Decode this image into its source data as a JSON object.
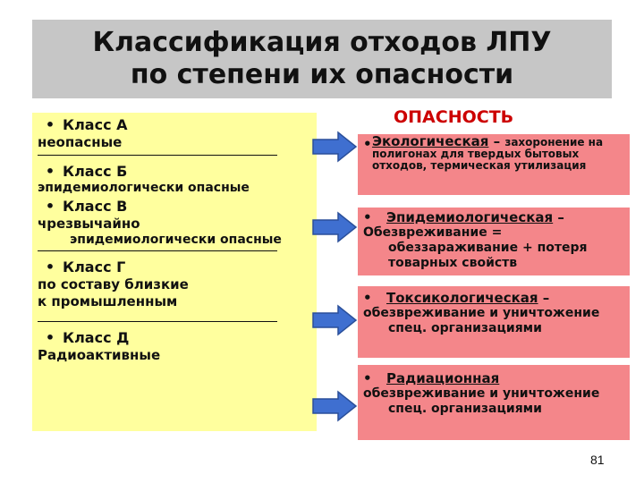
{
  "title": {
    "line1": "Классификация отходов ЛПУ",
    "line2": "по степени их опасности"
  },
  "classes": [
    {
      "head": "Класс A",
      "lines": [
        "неопасные"
      ]
    },
    {
      "head": "Класс Б",
      "lines": [
        "эпидемиологически опасные"
      ]
    },
    {
      "head": "Класс В",
      "lines": [
        "чрезвычайно",
        "эпидемиологически опасные"
      ]
    },
    {
      "head": "Класс Г",
      "lines": [
        "по составу  близкие",
        "к промышленным"
      ]
    },
    {
      "head": "Класс Д",
      "lines": [
        "Радиоактивные"
      ]
    }
  ],
  "danger_heading": "ОПАСНОСТЬ",
  "hazards": [
    {
      "title": "Экологическая",
      "dash": " – ",
      "desc": "захоронение на полигонах для твердых бытовых отходов, термическая утилизация"
    },
    {
      "title": "Эпидемиологическая",
      "dash": " –",
      "desc1": "Обезвреживание =",
      "desc2": "обеззараживание + потеря",
      "desc3": "товарных свойств"
    },
    {
      "title": "Токсикологическая",
      "dash": " –",
      "desc1": "обезвреживание и уничтожение",
      "desc2": "спец. организациями"
    },
    {
      "title": "Радиационная",
      "dash": "",
      "desc1": "обезвреживание и уничтожение",
      "desc2": "спец. организациями"
    }
  ],
  "bullet": "•",
  "page_number": "81",
  "colors": {
    "title_bg": "#c6c6c6",
    "classes_bg": "#ffff9e",
    "hazard_bg": "#f4868a",
    "arrow": "#3f6fd0",
    "danger": "#cc0000"
  }
}
